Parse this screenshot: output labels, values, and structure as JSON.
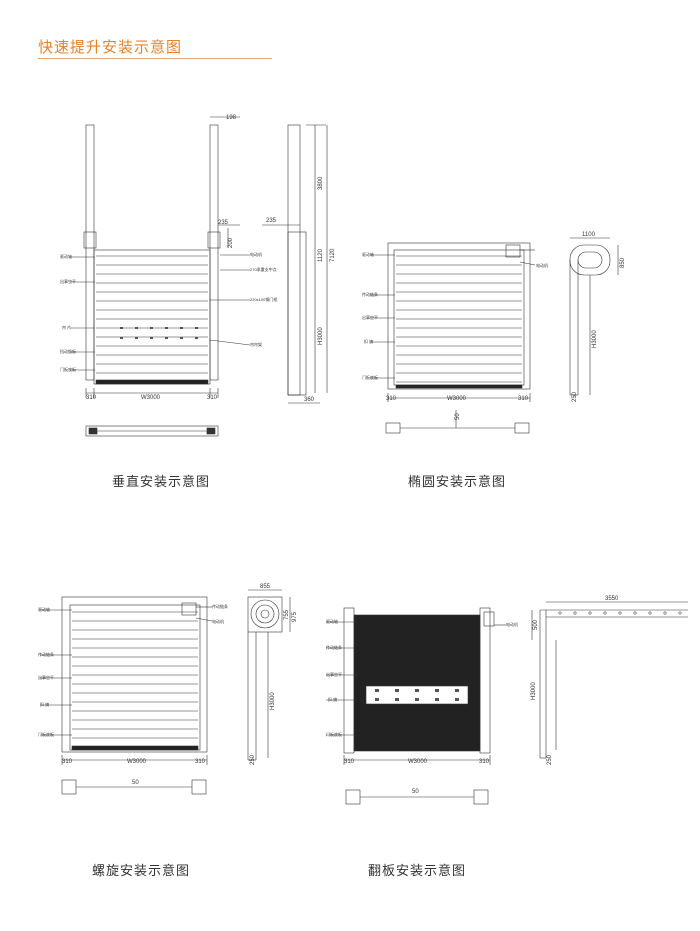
{
  "header": {
    "title": "快速提升安装示意图"
  },
  "captions": {
    "vertical": "垂直安装示意图",
    "oval": "椭圆安装示意图",
    "spiral": "螺旋安装示意图",
    "flip": "翻板安装示意图"
  },
  "vertical": {
    "dims": {
      "top_width": "198",
      "bracket": "235",
      "bracket_h": "200",
      "side_bracket": "235",
      "h_upper": "3800",
      "h_mid": "1120",
      "h_total": "7120",
      "h_door": "H3000",
      "width": "W3000",
      "side_l": "310",
      "side_r": "310",
      "depth": "360"
    },
    "labels": [
      "驱动轴",
      "出事空平",
      "帘 片",
      "挡动锻板",
      "门板底板",
      "电动机",
      "270承重支中点",
      "220x100钢门框",
      "帘帘架"
    ]
  },
  "oval": {
    "dims": {
      "top": "1100",
      "side": "850",
      "height": "H3000",
      "width": "W3000",
      "left": "310",
      "right": "310",
      "base": "250",
      "plan": "50"
    },
    "labels": [
      "驱动轴",
      "传动链条",
      "出事空平",
      "扣 旗",
      "门板底板",
      "电动机"
    ]
  },
  "spiral": {
    "dims": {
      "top": "855",
      "side": "755",
      "side2": "975",
      "height": "H3000",
      "width": "W3000",
      "left": "310",
      "right": "310",
      "base": "250",
      "plan": "50"
    },
    "labels": [
      "驱动轴",
      "传动链条",
      "出事空平",
      "扣 旗",
      "门板底板",
      "传动链条",
      "电动机"
    ]
  },
  "flip": {
    "dims": {
      "top": "3550",
      "side": "500",
      "height": "H3000",
      "width": "W3000",
      "left": "310",
      "right": "310",
      "base": "250",
      "plan": "50"
    },
    "labels": [
      "驱动轴",
      "传动链条",
      "出事空平",
      "扣 旗",
      "门板底板",
      "电动机"
    ]
  }
}
